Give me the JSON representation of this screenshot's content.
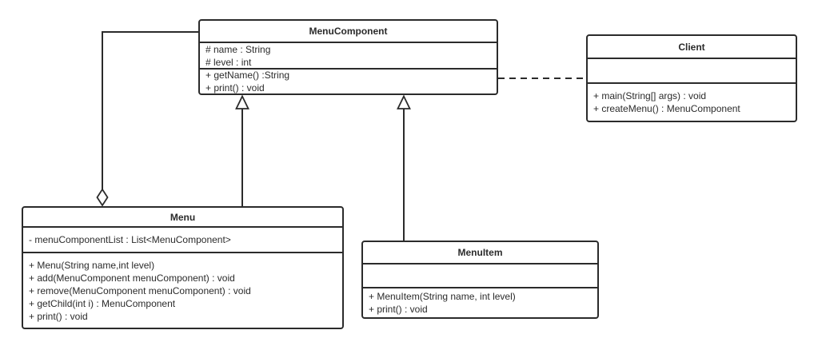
{
  "colors": {
    "line": "#2b2b2b",
    "text": "#2b2b2b",
    "box_fill": "#ffffff",
    "background": "#ffffff"
  },
  "classes": {
    "menuComponent": {
      "name": "MenuComponent",
      "attributes": [
        "# name : String",
        "# level : int"
      ],
      "methods": [
        "+ getName() :String",
        "+ print() : void"
      ]
    },
    "client": {
      "name": "Client",
      "attributes": [],
      "methods": [
        "+ main(String[] args) : void",
        "+ createMenu() : MenuComponent"
      ]
    },
    "menu": {
      "name": "Menu",
      "attributes": [
        "- menuComponentList : List<MenuComponent>"
      ],
      "methods": [
        "+ Menu(String name,int level)",
        "+ add(MenuComponent menuComponent) : void",
        "+ remove(MenuComponent menuComponent) : void",
        "+ getChild(int i) : MenuComponent",
        "+ print() : void"
      ]
    },
    "menuItem": {
      "name": "MenuItem",
      "attributes": [],
      "methods": [
        "+ MenuItem(String name, int level)",
        "+ print() : void"
      ]
    }
  },
  "relationships": [
    {
      "type": "aggregation",
      "from": "MenuComponent",
      "to": "Menu",
      "line": "solid",
      "marker": "open-diamond-at-Menu"
    },
    {
      "type": "generalization",
      "from": "Menu",
      "to": "MenuComponent",
      "line": "solid",
      "marker": "hollow-triangle-at-MenuComponent"
    },
    {
      "type": "generalization",
      "from": "MenuItem",
      "to": "MenuComponent",
      "line": "solid",
      "marker": "hollow-triangle-at-MenuComponent"
    },
    {
      "type": "dependency",
      "from": "Client",
      "to": "MenuComponent",
      "line": "dashed",
      "marker": "none"
    }
  ]
}
